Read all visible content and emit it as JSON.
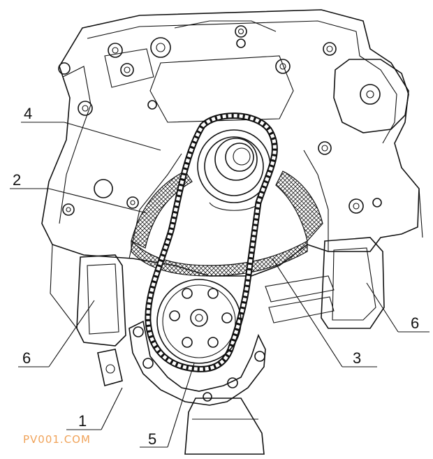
{
  "diagram": {
    "callouts": [
      {
        "id": "label-1",
        "text": "1"
      },
      {
        "id": "label-2",
        "text": "2"
      },
      {
        "id": "label-3",
        "text": "3"
      },
      {
        "id": "label-4",
        "text": "4"
      },
      {
        "id": "label-5",
        "text": "5"
      },
      {
        "id": "label-6-left",
        "text": "6"
      },
      {
        "id": "label-6-right",
        "text": "6"
      }
    ]
  },
  "watermark": "PV001.COM"
}
